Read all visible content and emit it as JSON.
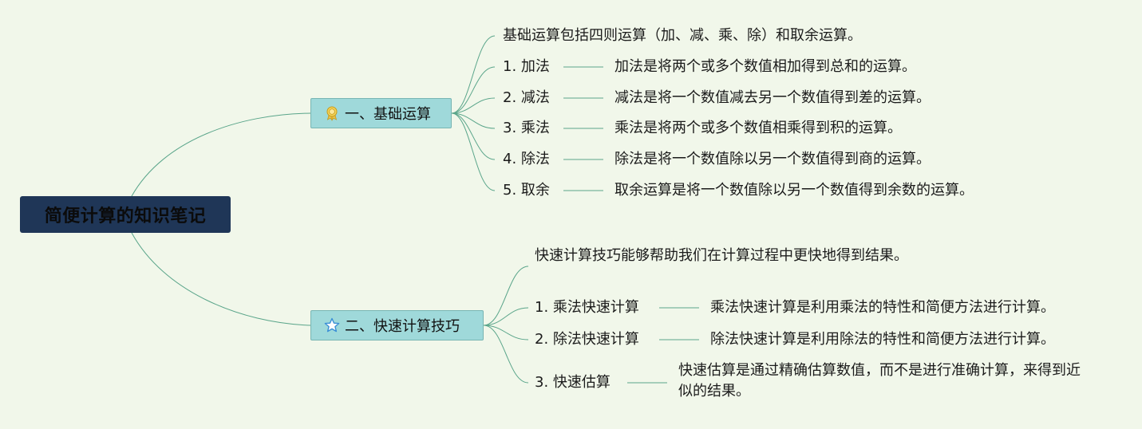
{
  "root": {
    "title": "简便计算的知识笔记"
  },
  "branches": [
    {
      "label": "一、基础运算",
      "icon": "award-ribbon-icon",
      "summary": "基础运算包括四则运算（加、减、乘、除）和取余运算。",
      "items": [
        {
          "label": "1. 加法",
          "desc": "加法是将两个或多个数值相加得到总和的运算。"
        },
        {
          "label": "2. 减法",
          "desc": "减法是将一个数值减去另一个数值得到差的运算。"
        },
        {
          "label": "3. 乘法",
          "desc": "乘法是将两个或多个数值相乘得到积的运算。"
        },
        {
          "label": "4. 除法",
          "desc": "除法是将一个数值除以另一个数值得到商的运算。"
        },
        {
          "label": "5. 取余",
          "desc": "取余运算是将一个数值除以另一个数值得到余数的运算。"
        }
      ]
    },
    {
      "label": "二、快速计算技巧",
      "icon": "star-outline-icon",
      "summary": "快速计算技巧能够帮助我们在计算过程中更快地得到结果。",
      "items": [
        {
          "label": "1. 乘法快速计算",
          "desc": "乘法快速计算是利用乘法的特性和简便方法进行计算。"
        },
        {
          "label": "2. 除法快速计算",
          "desc": "除法快速计算是利用除法的特性和简便方法进行计算。"
        },
        {
          "label": "3. 快速估算",
          "desc": "快速估算是通过精确估算数值，而不是进行准确计算，来得到近似的结果。"
        }
      ]
    }
  ],
  "colors": {
    "background": "#f1f7ea",
    "root_fill": "#1f3657",
    "branch_fill": "#9fd9da",
    "connector": "#5aa58a"
  }
}
